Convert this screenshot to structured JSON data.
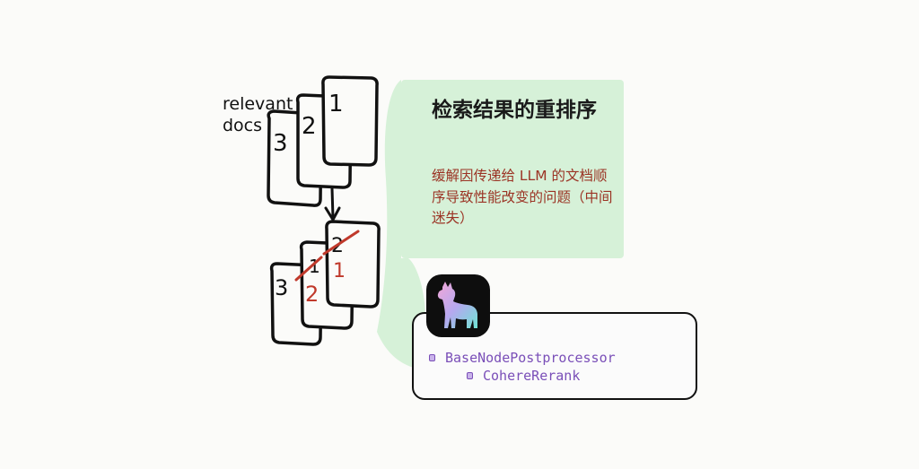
{
  "annotation": {
    "line1": "relevant",
    "line2": "docs"
  },
  "stack_before": [
    "3",
    "2",
    "1"
  ],
  "stack_after": {
    "back": "3",
    "middle_old": "1",
    "middle_new": "2",
    "front_old": "2",
    "front_new": "1"
  },
  "card": {
    "title": "检索结果的重排序",
    "subtitle": "缓解因传递给 LLM 的文档顺序导致性能改变的问题（中间迷失）"
  },
  "code": {
    "items": [
      "BaseNodePostprocessor",
      "CohereRerank"
    ]
  },
  "colors": {
    "panel": "#d6f1d8",
    "subtitle": "#9b3324",
    "code": "#7a4fb8",
    "correction": "#c0392b",
    "ink": "#111111"
  },
  "icons": [
    "llama-logo-icon",
    "arrow-down-icon",
    "bullet-icon"
  ]
}
